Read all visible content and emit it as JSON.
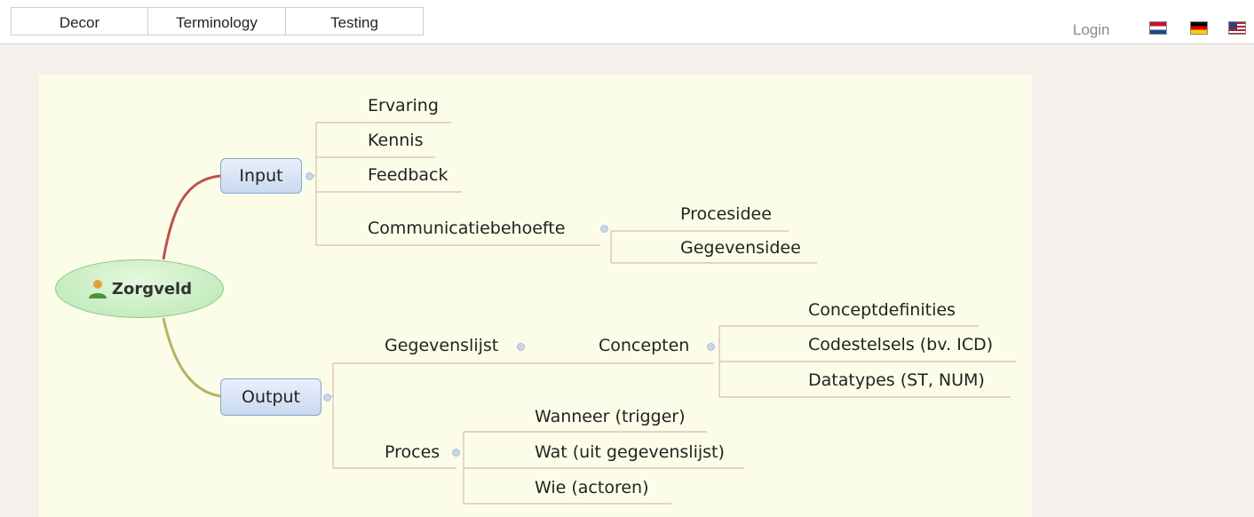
{
  "nav": {
    "tabs": [
      "Decor",
      "Terminology",
      "Testing"
    ],
    "login": "Login",
    "flags": [
      "nl-flag-icon",
      "de-flag-icon",
      "us-flag-icon"
    ]
  },
  "mindmap": {
    "root": "Zorgveld",
    "input": {
      "label": "Input",
      "children": [
        "Ervaring",
        "Kennis",
        "Feedback",
        "Communicatiebehoefte"
      ],
      "communicatiebehoefte_children": [
        "Procesidee",
        "Gegevensidee"
      ]
    },
    "output": {
      "label": "Output",
      "gegevenslijst": "Gegevenslijst",
      "concepten": "Concepten",
      "concepten_children": [
        "Conceptdefinities",
        "Codestelsels (bv. ICD)",
        "Datatypes (ST, NUM)"
      ],
      "proces": "Proces",
      "proces_children": [
        "Wanneer (trigger)",
        "Wat (uit gegevenslijst)",
        "Wie (actoren)"
      ]
    },
    "colors": {
      "input_branch": "#c0504d",
      "output_branch": "#b5b36a",
      "line": "#d8bcb0",
      "panel_bg": "#fcfde8"
    }
  }
}
